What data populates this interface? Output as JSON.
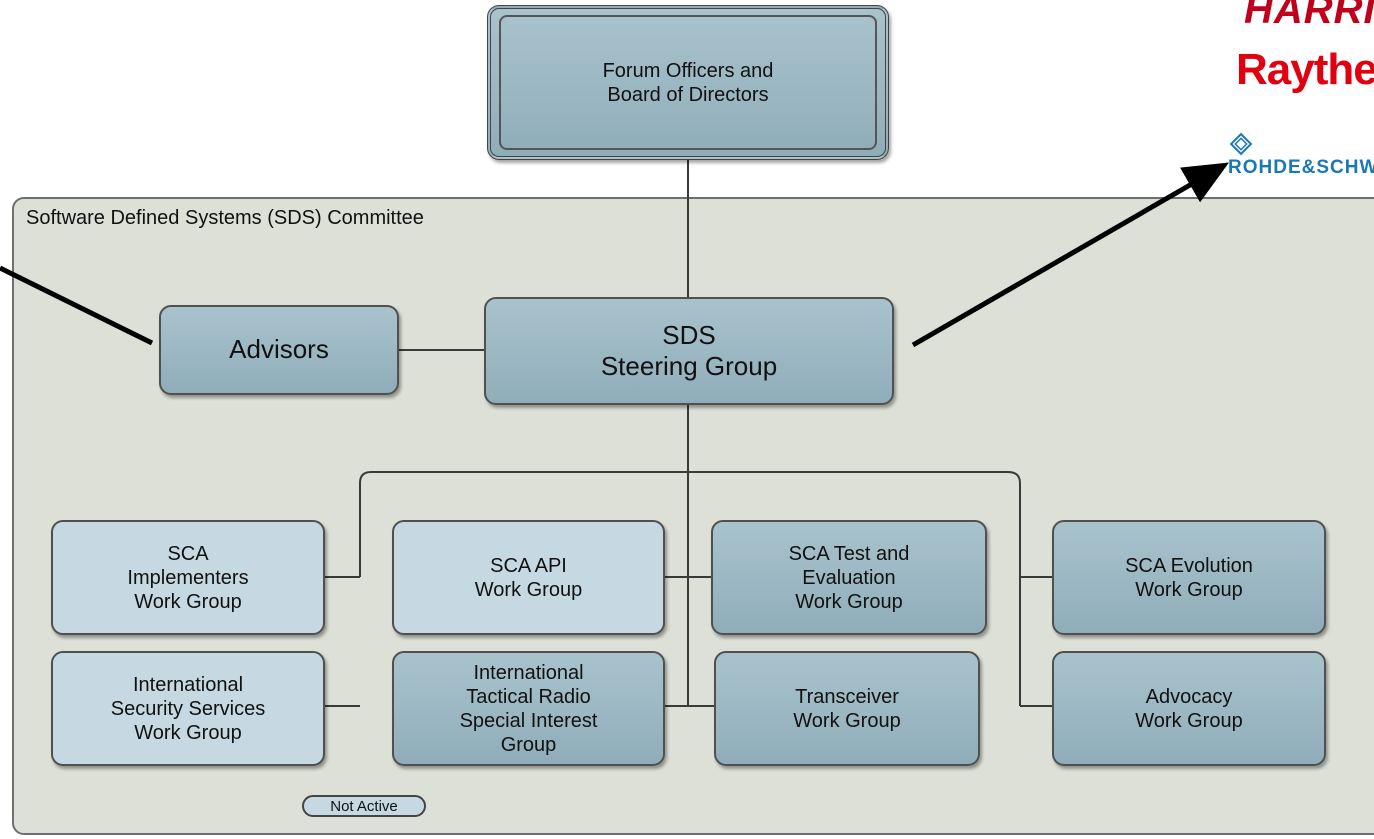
{
  "logos": {
    "harris": "HARRIS",
    "raytheon": "Raytheon",
    "rohde": "ROHDE&SCHWARZ"
  },
  "board": "Forum Officers and\nBoard of Directors",
  "committee_title": "Software Defined Systems (SDS) Committee",
  "advisors": "Advisors",
  "steering": "SDS\nSteering Group",
  "groups": {
    "impl": "SCA\nImplementers\nWork Group",
    "iss": "International\nSecurity Services\nWork Group",
    "api": "SCA API\nWork Group",
    "itr": "International\nTactical Radio\nSpecial Interest\nGroup",
    "test": "SCA Test and\nEvaluation\nWork Group",
    "trans": "Transceiver\nWork Group",
    "evo": "SCA Evolution\nWork Group",
    "adv": "Advocacy\nWork Group"
  },
  "legend": "Not Active"
}
